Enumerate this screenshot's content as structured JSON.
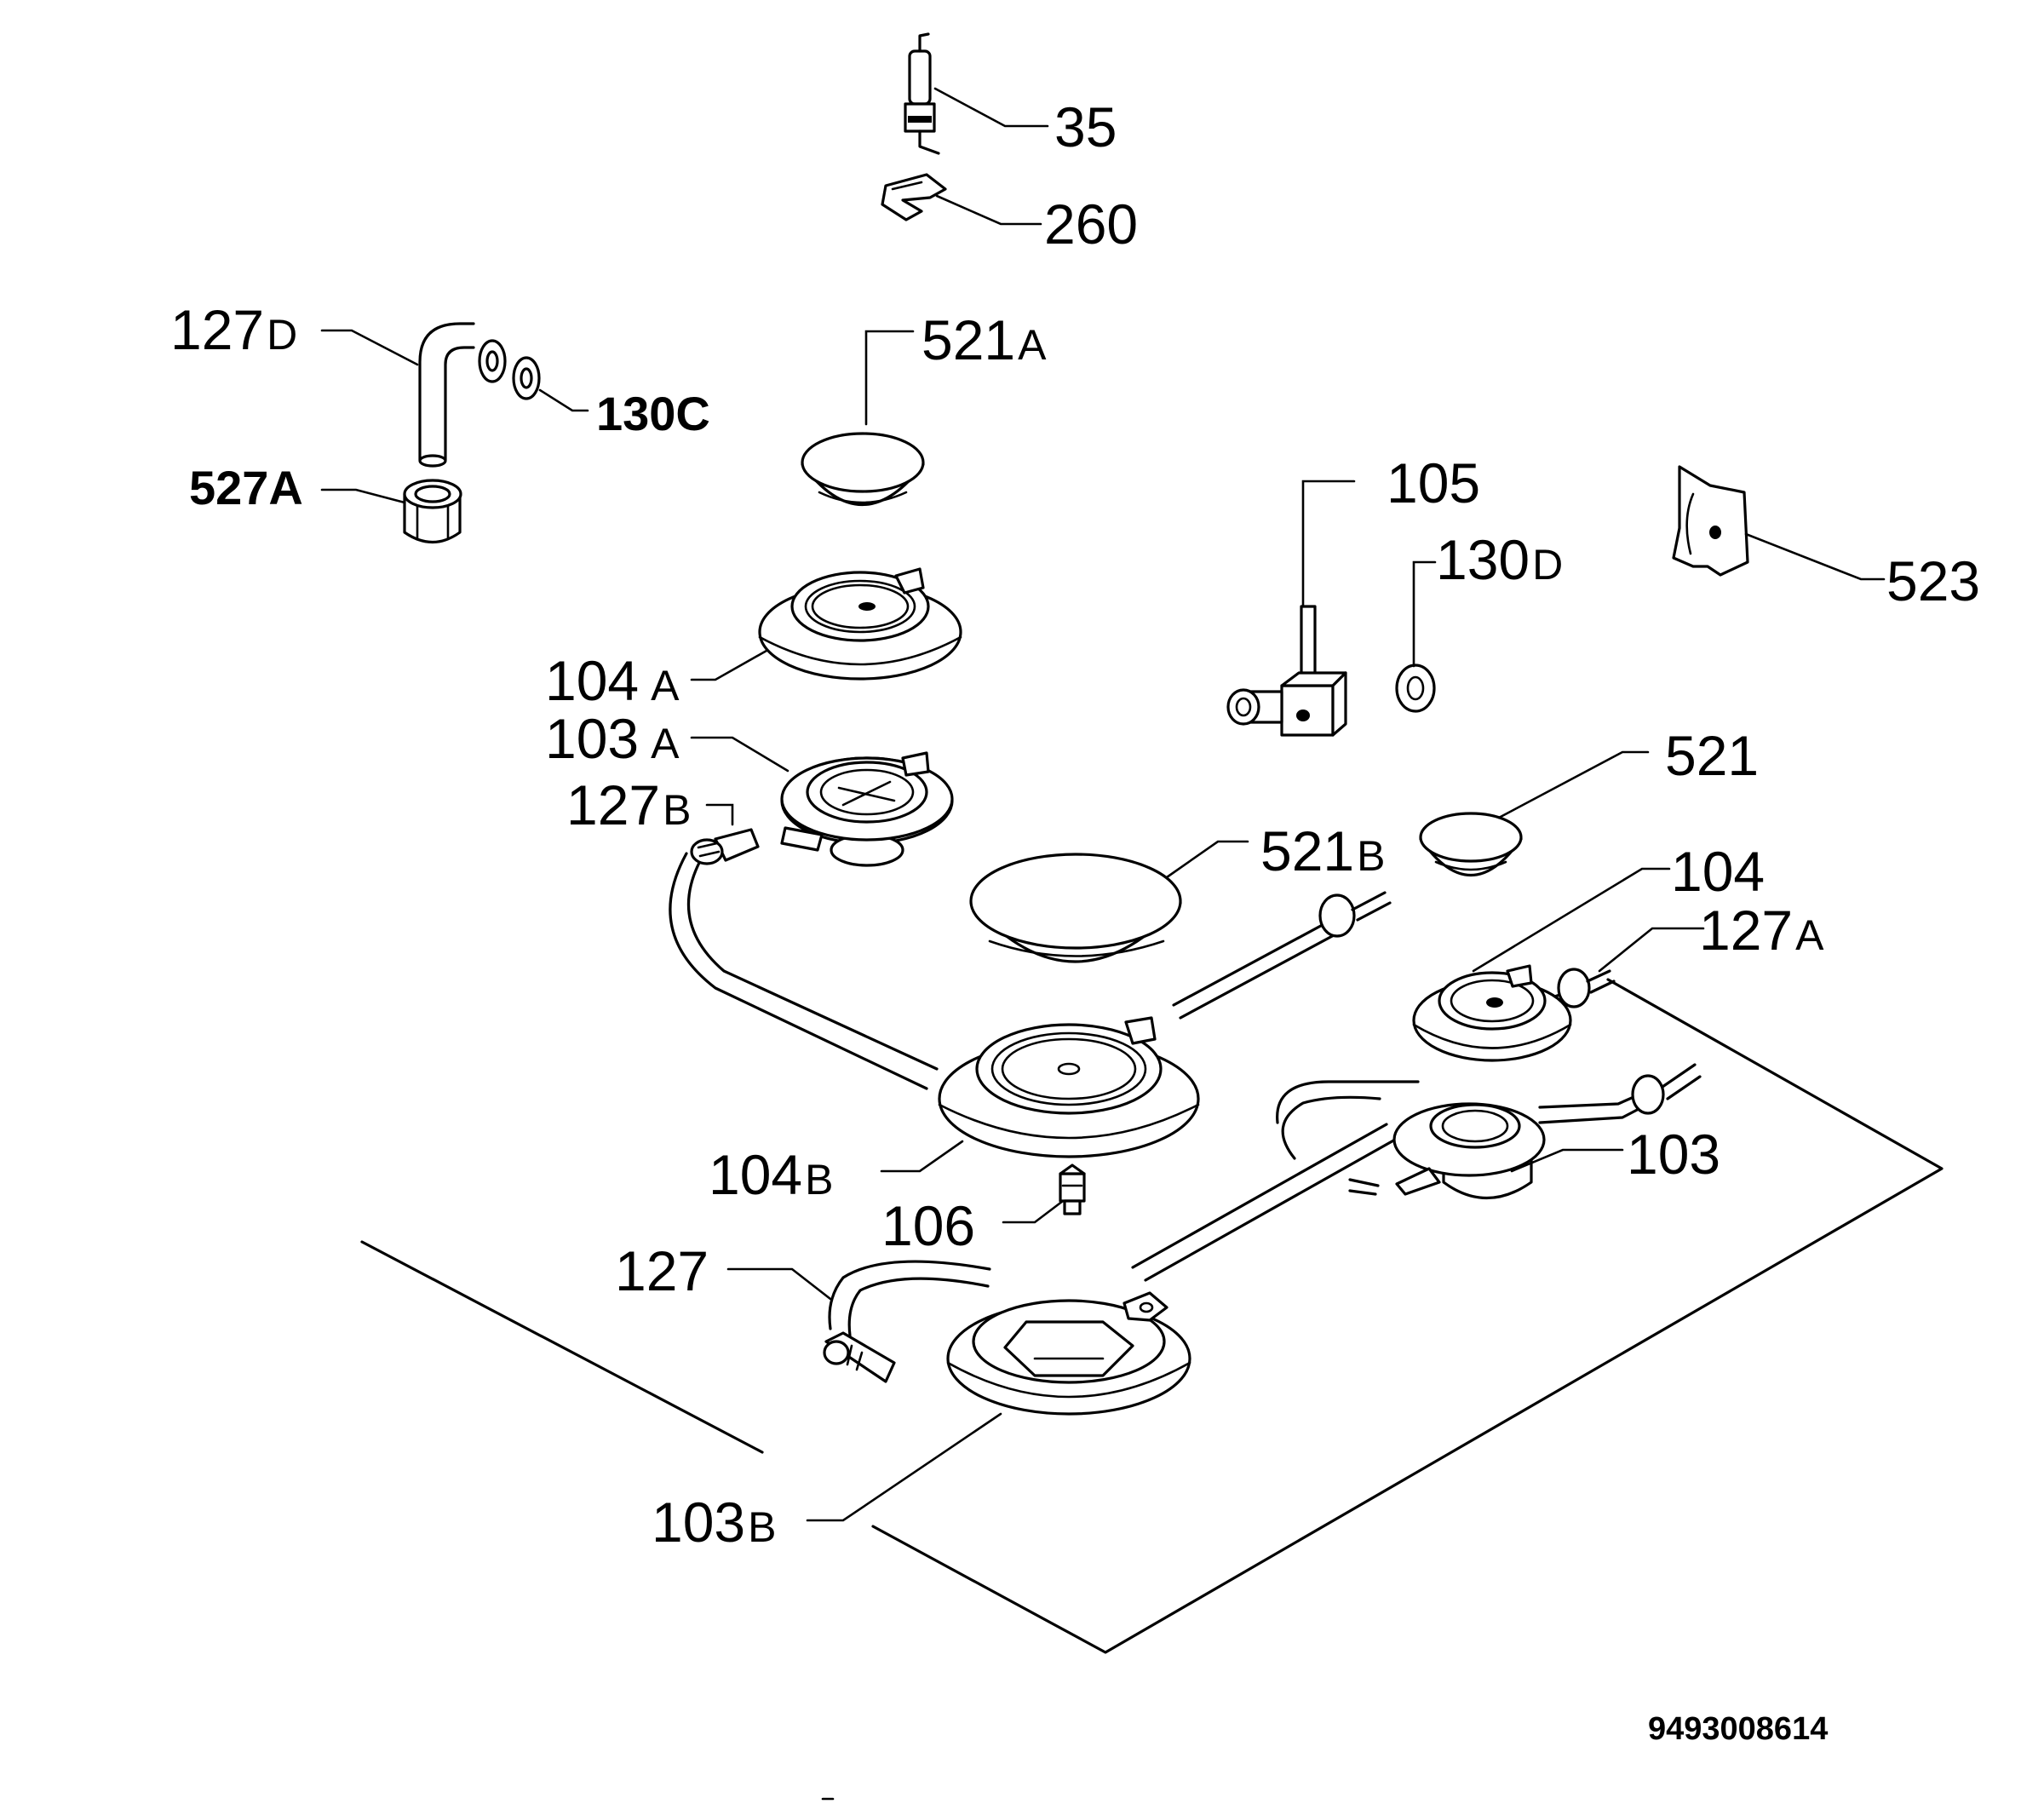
{
  "labels": {
    "p35": "35",
    "p260": "260",
    "p127D": {
      "num": "127",
      "suffix": "D"
    },
    "p130C": "130C",
    "p527A": "527A",
    "p521A": {
      "num": "521",
      "suffix": "A"
    },
    "p105": "105",
    "p130D": {
      "num": "130",
      "suffix": "D"
    },
    "p523": "523",
    "p104A": {
      "num": "104",
      "suffix": "A"
    },
    "p103A": {
      "num": "103",
      "suffix": "A"
    },
    "p127B": {
      "num": "127",
      "suffix": "B"
    },
    "p521": "521",
    "p521B": {
      "num": "521",
      "suffix": "B"
    },
    "p104": "104",
    "p127A": {
      "num": "127",
      "suffix": "A"
    },
    "p103": "103",
    "p104B": {
      "num": "104",
      "suffix": "B"
    },
    "p106": "106",
    "p127": "127",
    "p103B": {
      "num": "103",
      "suffix": "B"
    }
  },
  "drawing_code": "9493008614"
}
